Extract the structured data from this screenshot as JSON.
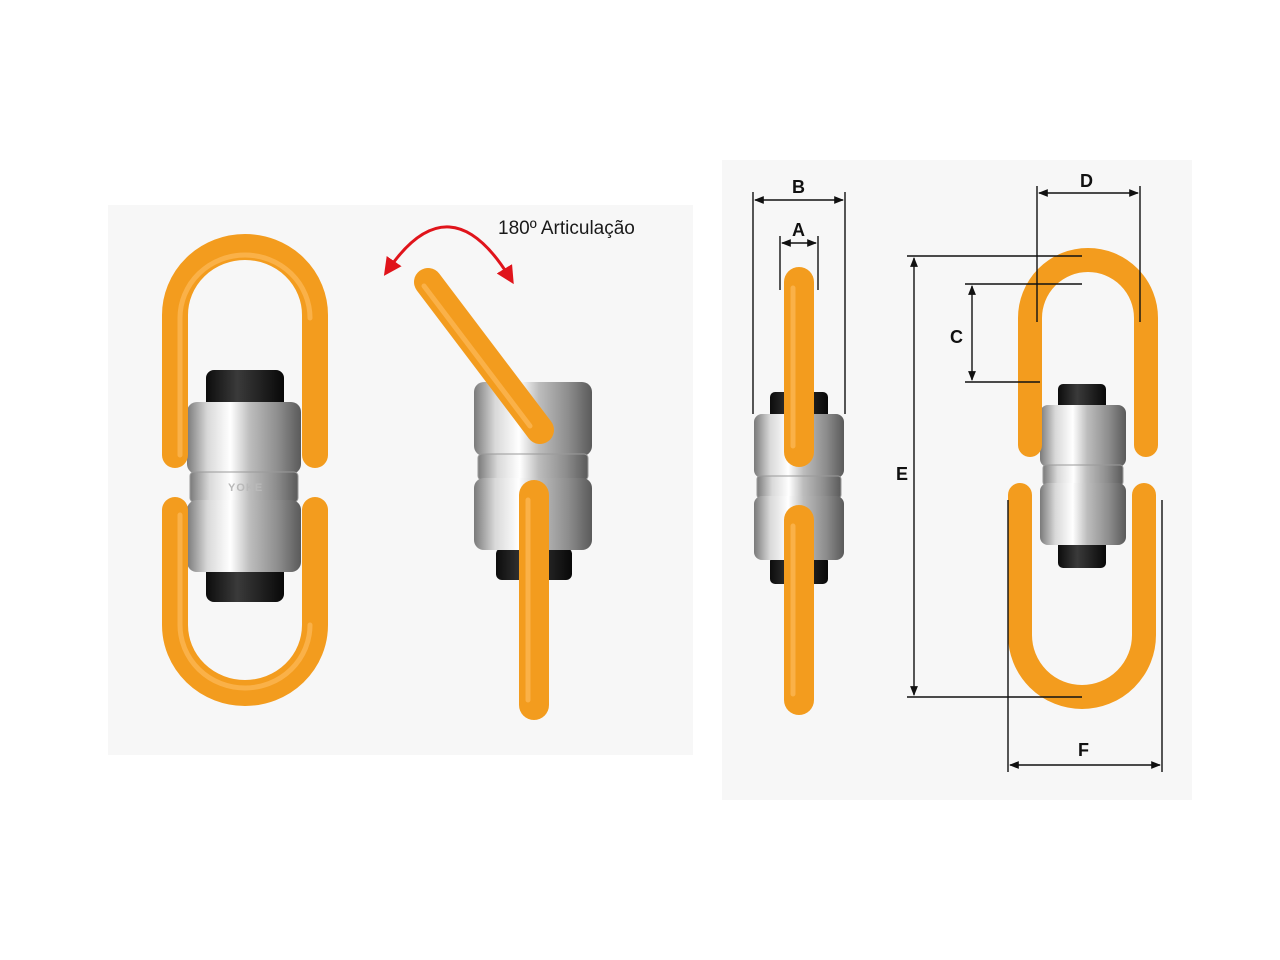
{
  "caption": "180º Articulação",
  "brand_mark": "YOKE",
  "dimensions": {
    "a": "A",
    "b": "B",
    "c": "C",
    "d": "D",
    "e": "E",
    "f": "F"
  },
  "colors": {
    "link_orange": "#f39c1e",
    "link_shadow": "#d4800f",
    "steel": "#c8c8c8",
    "nut": "#1c1c1c",
    "arrow_red": "#e0141b",
    "panel": "#f6f6f6"
  }
}
